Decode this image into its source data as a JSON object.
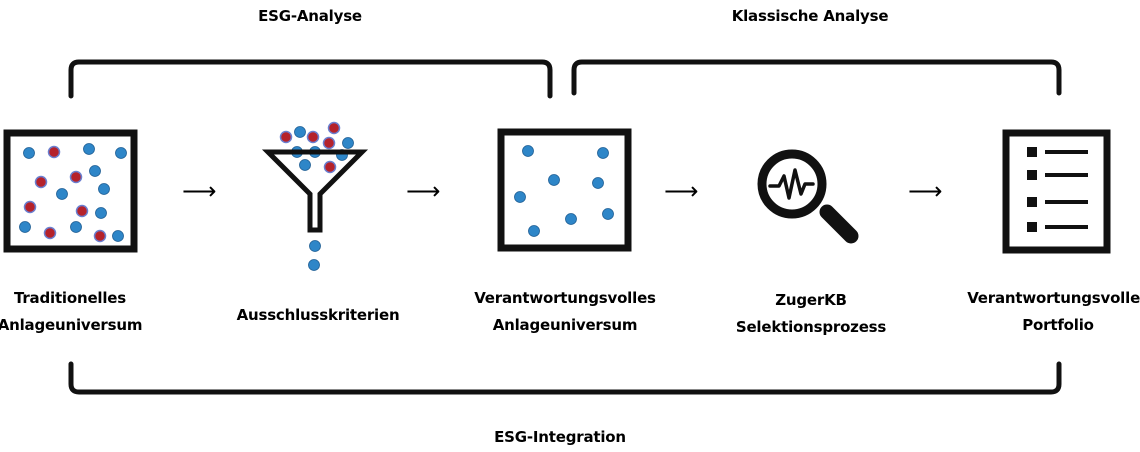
{
  "brackets": {
    "esg_analyse": "ESG-Analyse",
    "klassische_analyse": "Klassische Analyse",
    "esg_integration": "ESG-Integration"
  },
  "stages": [
    {
      "line1": "Traditionelles",
      "line2": "Anlageuniversum"
    },
    {
      "line1": "Ausschlusskriterien",
      "line2": ""
    },
    {
      "line1": "Verantwortungsvolles",
      "line2": "Anlageuniversum"
    },
    {
      "line1": "ZugerKB",
      "line2": "Selektionsprozess"
    },
    {
      "line1": "Verantwortungsvolles",
      "line2": "Portfolio"
    }
  ],
  "arrow_glyph": "⟶",
  "colors": {
    "blue": "#2e86c8",
    "red": "#b5222b",
    "outline": "#111111"
  }
}
